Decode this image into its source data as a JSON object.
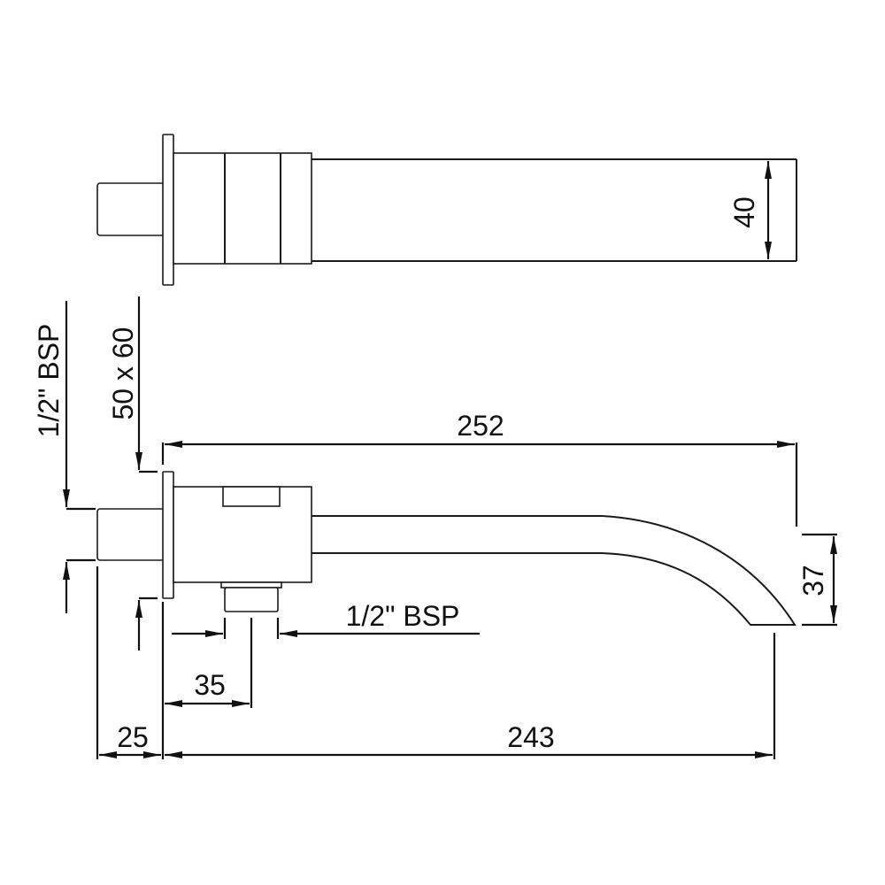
{
  "drawing": {
    "dimensions": {
      "spout_width": "40",
      "total_projection": "252",
      "spout_drop": "37",
      "plate_size": "50 x 60",
      "inlet_thread_left": "1/2\" BSP",
      "outlet_thread_bottom": "1/2\" BSP",
      "outlet_offset": "35",
      "stub_length": "25",
      "spout_length": "243"
    },
    "colors": {
      "line": "#1a1a1a",
      "background": "#ffffff"
    }
  }
}
